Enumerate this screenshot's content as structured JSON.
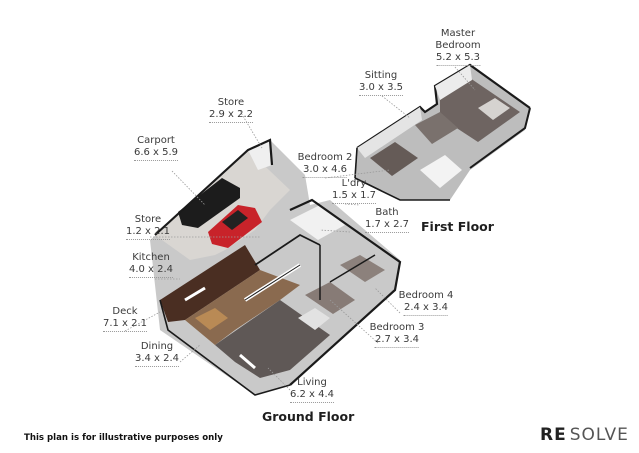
{
  "floors": [
    {
      "id": "ground",
      "title": "Ground Floor"
    },
    {
      "id": "first",
      "title": "First Floor"
    }
  ],
  "rooms": [
    {
      "name": "Master",
      "name2": "Bedroom",
      "dims": "5.2 x 5.3",
      "floor": "first"
    },
    {
      "name": "Sitting",
      "dims": "3.0 x 3.5",
      "floor": "first"
    },
    {
      "name": "Store",
      "dims": "2.9 x 2.2",
      "floor": "ground"
    },
    {
      "name": "Carport",
      "dims": "6.6 x 5.9",
      "floor": "ground"
    },
    {
      "name": "Bedroom 2",
      "dims": "3.0 x 4.6",
      "floor": "ground"
    },
    {
      "name": "L'dry",
      "dims": "1.5 x 1.7",
      "floor": "ground"
    },
    {
      "name": "Bath",
      "dims": "1.7 x 2.7",
      "floor": "ground"
    },
    {
      "name": "Store",
      "dims": "1.2 x 2.1",
      "floor": "ground"
    },
    {
      "name": "Kitchen",
      "dims": "4.0 x 2.4",
      "floor": "ground"
    },
    {
      "name": "Bedroom 4",
      "dims": "2.4 x 3.4",
      "floor": "ground"
    },
    {
      "name": "Deck",
      "dims": "7.1 x 2.1",
      "floor": "ground"
    },
    {
      "name": "Bedroom 3",
      "dims": "2.7 x 3.4",
      "floor": "ground"
    },
    {
      "name": "Dining",
      "dims": "3.4 x 2.4",
      "floor": "ground"
    },
    {
      "name": "Living",
      "dims": "6.2 x 4.4",
      "floor": "ground"
    }
  ],
  "footer": {
    "disclaimer": "This plan is for illustrative purposes only",
    "brand_re": "RE",
    "brand_solve": "SOLVE"
  },
  "colors": {
    "wall": "#1a1a1a",
    "wall_face": "#e9e9e9",
    "floor_carpet": "#6e6461",
    "floor_wood": "#8a6a4f",
    "deck": "#4a2e22",
    "concrete": "#d9d6d2",
    "car_red": "#c8232a",
    "car_black": "#1c1c1c"
  }
}
